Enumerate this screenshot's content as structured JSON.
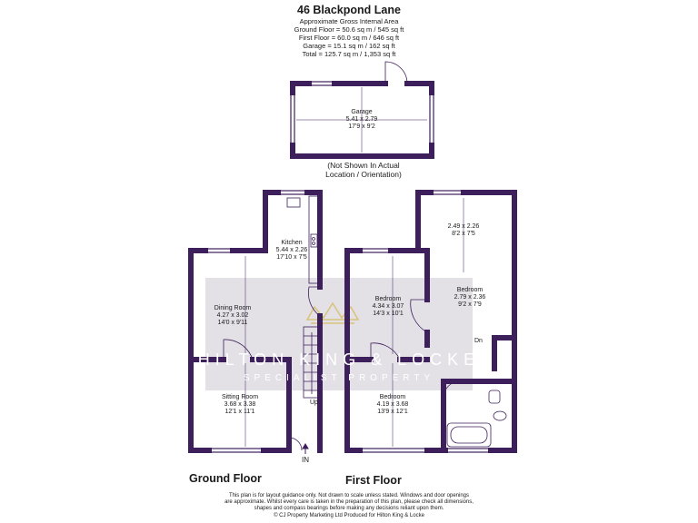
{
  "header": {
    "title": "46 Blackpond Lane",
    "area_heading": "Approximate Gross Internal Area",
    "ground_floor": "Ground Floor = 50.6 sq m / 545 sq ft",
    "first_floor": "First Floor = 60.0 sq m / 646 sq ft",
    "garage": "Garage = 15.1 sq m / 162 sq ft",
    "total": "Total = 125.7 sq m / 1,353 sq ft"
  },
  "garage": {
    "name": "Garage",
    "metric": "5.41 x 2.79",
    "imperial": "17'9 x 9'2",
    "note_line1": "(Not Shown In Actual",
    "note_line2": "Location / Orientation)"
  },
  "ground_floor": {
    "label": "Ground Floor",
    "rooms": [
      {
        "name": "Kitchen",
        "metric": "5.44 x 2.26",
        "imperial": "17'10 x 7'5"
      },
      {
        "name": "Dining Room",
        "metric": "4.27 x 3.02",
        "imperial": "14'0 x 9'11"
      },
      {
        "name": "Sitting Room",
        "metric": "3.68 x 3.38",
        "imperial": "12'1 x 11'1"
      }
    ],
    "up_label": "Up",
    "in_label": "IN"
  },
  "first_floor": {
    "label": "First Floor",
    "rooms": [
      {
        "name": "",
        "metric": "2.49 x 2.26",
        "imperial": "8'2 x 7'5"
      },
      {
        "name": "Bedroom",
        "metric": "4.34 x 3.07",
        "imperial": "14'3 x 10'1"
      },
      {
        "name": "Bedroom",
        "metric": "2.79 x 2.36",
        "imperial": "9'2 x 7'9"
      },
      {
        "name": "Bedroom",
        "metric": "4.19 x 3.68",
        "imperial": "13'9 x 12'1"
      }
    ],
    "dn_label": "Dn"
  },
  "watermark": {
    "brand": "HILTON KING & LOCKE",
    "tagline": "SPECIALIST PROPERTY"
  },
  "disclaimer": {
    "line1": "This plan is for layout guidance only. Not drawn to scale unless stated. Windows and door openings",
    "line2": "are approximate. Whilst every care is taken in the preparation of this plan, please check all dimensions,",
    "line3": "shapes and compass bearings before making any decisions reliant upon them.",
    "line4": "© CJ Property Marketing Ltd     Produced for Hilton King & Locke"
  },
  "colors": {
    "wall": "#3d1f5c",
    "watermark_band": "#e3e0e6",
    "text": "#1a1a1a"
  }
}
